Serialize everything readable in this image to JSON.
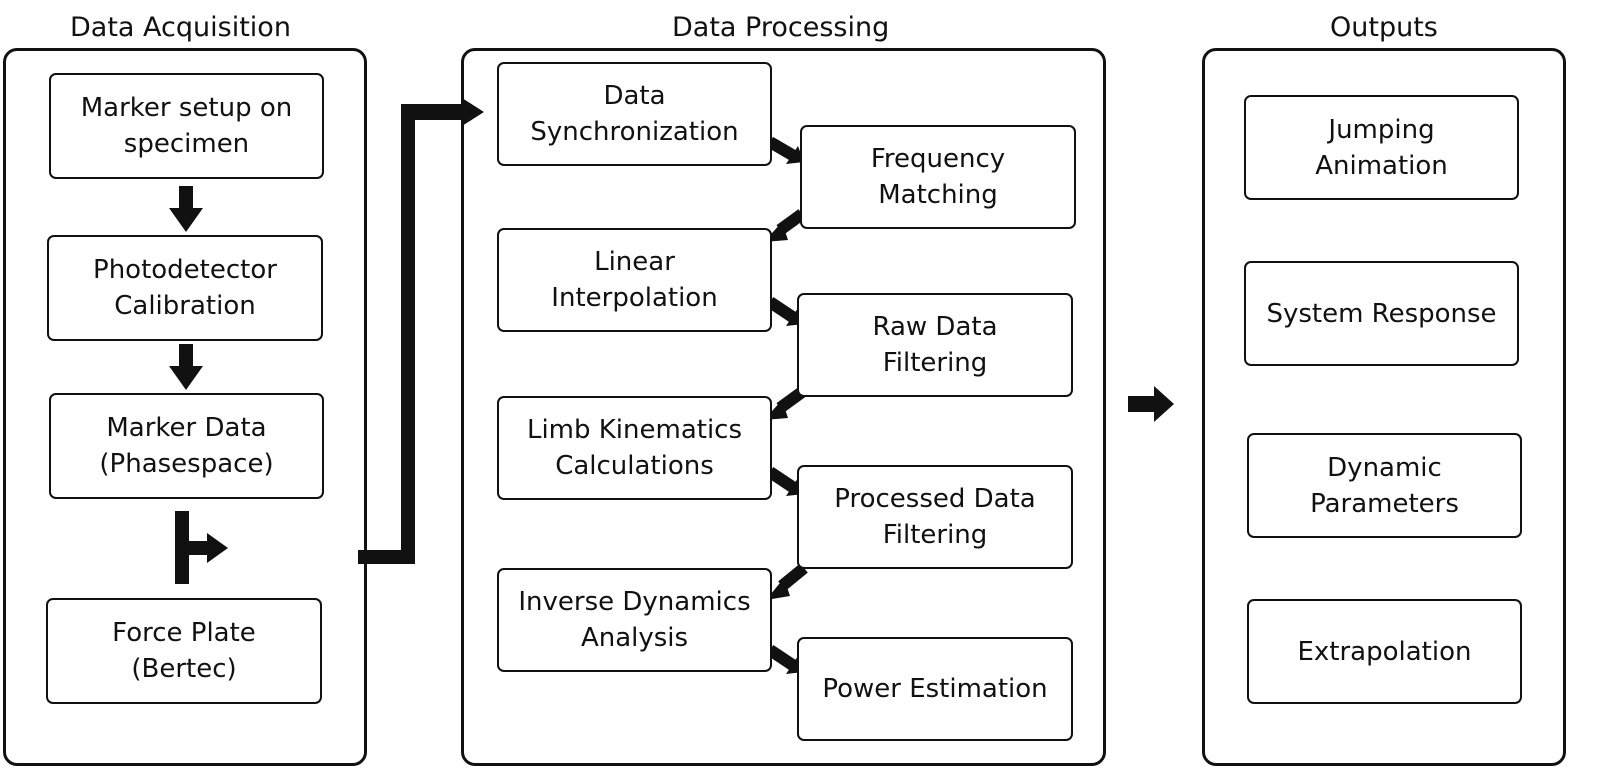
{
  "sections": {
    "acquisition": {
      "title": "Data Acquisition",
      "boxes": [
        "Marker setup on\nspecimen",
        "Photodetector\nCalibration",
        "Marker Data\n(Phasespace)",
        "Force Plate\n(Bertec)"
      ]
    },
    "processing": {
      "title": "Data Processing",
      "boxes": [
        "Data\nSynchronization",
        "Frequency\nMatching",
        "Linear\nInterpolation",
        "Raw Data\nFiltering",
        "Limb Kinematics\nCalculations",
        "Processed Data\nFiltering",
        "Inverse Dynamics\nAnalysis",
        "Power Estimation"
      ]
    },
    "outputs": {
      "title": "Outputs",
      "boxes": [
        "Jumping\nAnimation",
        "System Response",
        "Dynamic\nParameters",
        "Extrapolation"
      ]
    }
  },
  "colors": {
    "stroke": "#111111",
    "background": "#ffffff"
  }
}
